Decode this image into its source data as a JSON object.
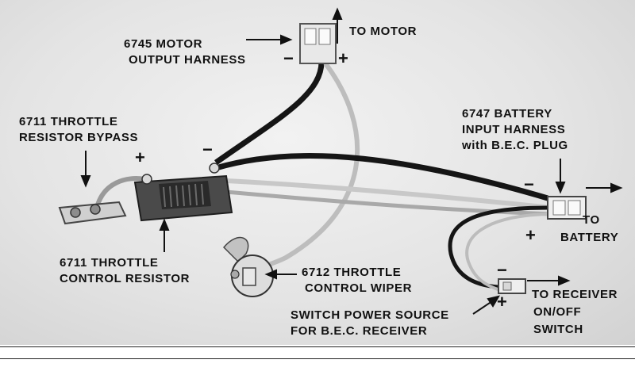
{
  "labels": {
    "motor_harness_line1": "6745 MOTOR",
    "motor_harness_line2": "OUTPUT HARNESS",
    "to_motor": "TO MOTOR",
    "bypass_line1": "6711 THROTTLE",
    "bypass_line2": "RESISTOR BYPASS",
    "battery_harness_line1": "6747 BATTERY",
    "battery_harness_line2": "INPUT HARNESS",
    "battery_harness_line3": "with B.E.C. PLUG",
    "to_battery_line1": "TO",
    "to_battery_line2": "BATTERY",
    "resistor_line1": "6711 THROTTLE",
    "resistor_line2": "CONTROL RESISTOR",
    "wiper_line1": "6712 THROTTLE",
    "wiper_line2": "CONTROL WIPER",
    "switch_line1": "SWITCH POWER SOURCE",
    "switch_line2": "FOR B.E.C. RECEIVER",
    "receiver_line1": "TO RECEIVER",
    "receiver_line2": "ON/OFF",
    "receiver_line3": "SWITCH"
  },
  "polarity": {
    "minus": "−",
    "plus": "+"
  }
}
